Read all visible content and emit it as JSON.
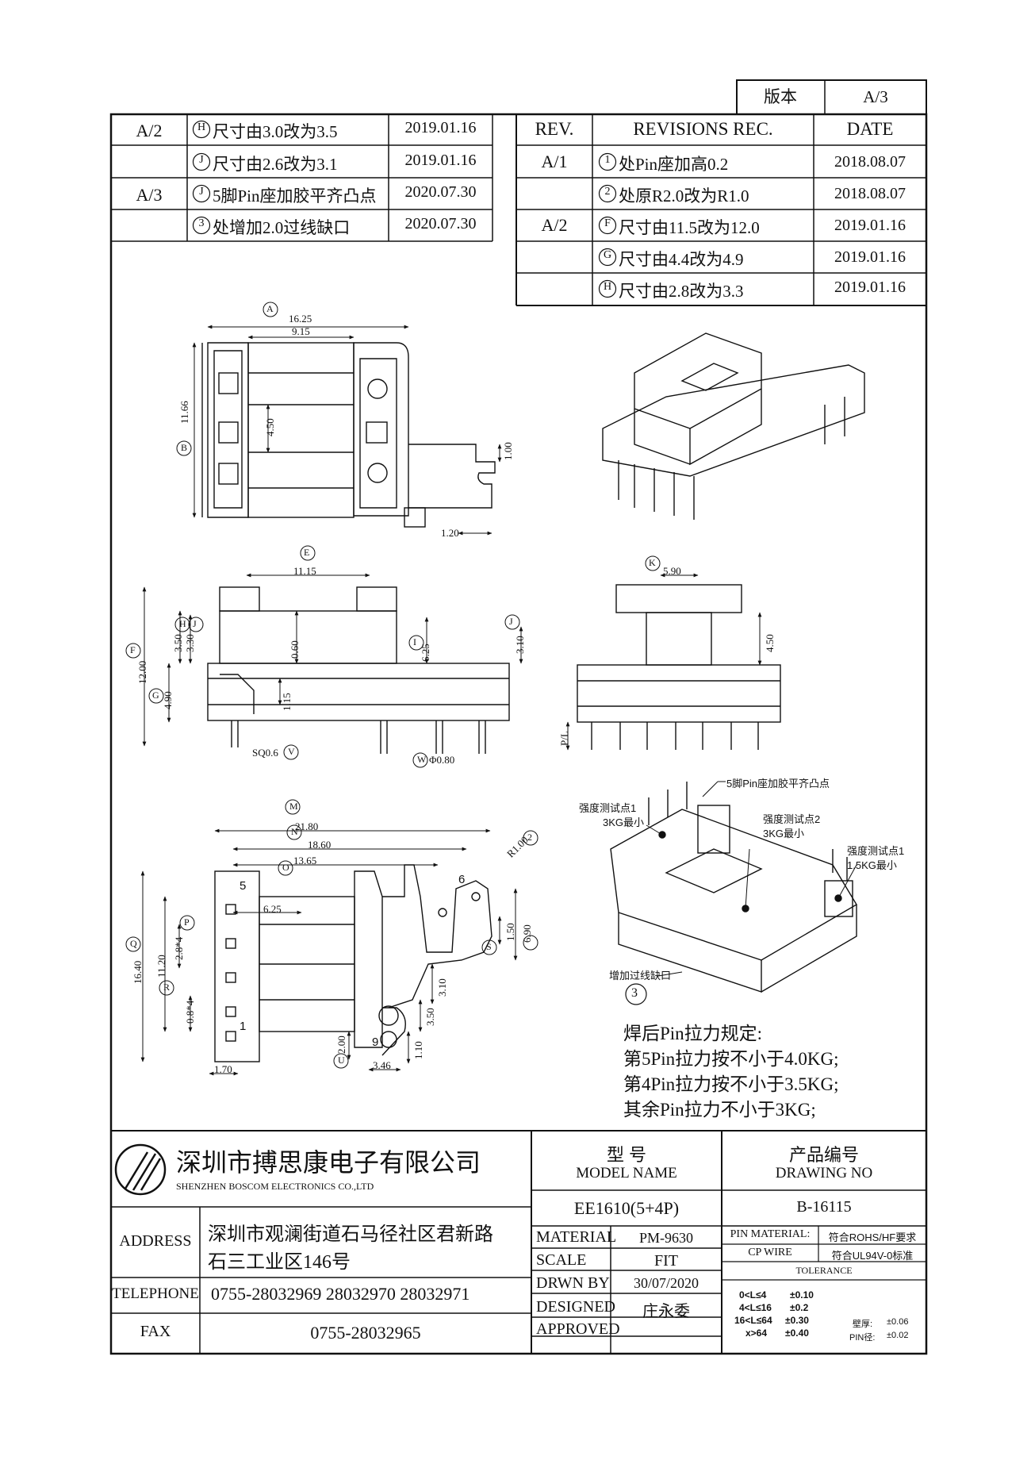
{
  "version_box": {
    "label": "版本",
    "value": "A/3"
  },
  "left_revisions": [
    {
      "rev": "A/2",
      "marker": "H",
      "desc": "尺寸由3.0改为3.5",
      "date": "2019.01.16"
    },
    {
      "rev": "",
      "marker": "J",
      "desc": "尺寸由2.6改为3.1",
      "date": "2019.01.16"
    },
    {
      "rev": "A/3",
      "marker": "J",
      "desc": "5脚Pin座加胶平齐凸点",
      "date": "2020.07.30"
    },
    {
      "rev": "",
      "marker": "3",
      "desc": "处增加2.0过线缺口",
      "date": "2020.07.30"
    }
  ],
  "right_revisions": {
    "header": {
      "rev": "REV.",
      "rec": "REVISIONS REC.",
      "date": "DATE"
    },
    "rows": [
      {
        "rev": "A/1",
        "marker": "1",
        "desc": "处Pin座加高0.2",
        "date": "2018.08.07"
      },
      {
        "rev": "",
        "marker": "2",
        "desc": "处原R2.0改为R1.0",
        "date": "2018.08.07"
      },
      {
        "rev": "A/2",
        "marker": "F",
        "desc": "尺寸由11.5改为12.0",
        "date": "2019.01.16"
      },
      {
        "rev": "",
        "marker": "G",
        "desc": "尺寸由4.4改为4.9",
        "date": "2019.01.16"
      },
      {
        "rev": "",
        "marker": "H",
        "desc": "尺寸由2.8改为3.3",
        "date": "2019.01.16"
      }
    ]
  },
  "dimensions": {
    "top_view": {
      "A": "16.25",
      "w2": "9.15",
      "B": "11.66",
      "C": "4.50",
      "D": "1.00",
      "E": "1.20"
    },
    "front_view": {
      "E": "11.15",
      "F": "12.00",
      "G": "4.90",
      "H": "3.50",
      "J": "3.30",
      "h060": "0.60",
      "I": "6.25",
      "h115": "1.15",
      "J2": "3.10",
      "sq": "SQ0.6",
      "V": "V",
      "dia": "Φ0.80",
      "W": "W"
    },
    "side_view": {
      "K": "5.90",
      "h450": "4.50",
      "pl": "P/L"
    },
    "bottom_view": {
      "M": "21.80",
      "N": "18.60",
      "O": "13.65",
      "r": "R1.00",
      "w625": "6.25",
      "P": "P",
      "p28": "2.8*4",
      "h1120": "11.20",
      "h1640": "16.40",
      "Q": "Q",
      "R": "R",
      "p08": "0.8*4",
      "w170": "1.70",
      "h690": "6.90",
      "h150": "1.50",
      "h310": "3.10",
      "h350": "3.50",
      "h200": "2.00",
      "h110": "1.10",
      "w346": "3.46",
      "S": "S",
      "pin5": "5",
      "pin1": "1",
      "pin6": "6",
      "pin9": "9"
    }
  },
  "iso_notes": {
    "bump": "5脚Pin座加胶平齐凸点",
    "test1": "强度测试点1",
    "test1_kg": "3KG最小",
    "test2": "强度测试点2",
    "test2_kg": "3KG最小",
    "test3": "强度测试点1",
    "test3_kg": "1.5KG最小",
    "notch": "增加过线缺口",
    "notch_marker": "3"
  },
  "pull_spec": {
    "title": "焊后Pin拉力规定:",
    "lines": [
      "第5Pin拉力按不小于4.0KG;",
      "第4Pin拉力按不小于3.5KG;",
      "其余Pin拉力不小于3KG;"
    ]
  },
  "title_block": {
    "company_cn": "深圳市搏思康电子有限公司",
    "company_en": "SHENZHEN BOSCOM ELECTRONICS CO.,LTD",
    "address_label": "ADDRESS",
    "address_1": "深圳市观澜街道石马径社区君新路",
    "address_2": "石三工业区146号",
    "telephone_label": "TELEPHONE",
    "telephone": "0755-28032969 28032970 28032971",
    "fax_label": "FAX",
    "fax": "0755-28032965",
    "model_cn": "型    号",
    "model_en": "MODEL NAME",
    "drawing_cn": "产品编号",
    "drawing_en": "DRAWING NO",
    "model_value": "EE1610(5+4P)",
    "drawing_value": "B-16115",
    "material_label": "MATERIAL",
    "material_value": "PM-9630",
    "scale_label": "SCALE",
    "scale_value": "FIT",
    "drawn_label": "DRWN BY",
    "drawn_value": "30/07/2020",
    "designed_label": "DESIGNED",
    "designed_value": "庄永委",
    "approved_label": "APPROVED",
    "pin_material_label": "PIN MATERIAL:",
    "pin_material_value": "CP WIRE",
    "rohs": "符合ROHS/HF要求",
    "ul": "符合UL94V-0标准",
    "tolerance_label": "TOLERANCE",
    "tolerance_rows": [
      {
        "range": "0<L≤4",
        "tol": "±0.10"
      },
      {
        "range": "4<L≤16",
        "tol": "±0.2"
      },
      {
        "range": "16<L≤64",
        "tol": "±0.30"
      },
      {
        "range": "x>64",
        "tol": "±0.40"
      }
    ],
    "wall_label": "壁厚:",
    "wall_tol": "±0.06",
    "pin_dia_label": "PIN径:",
    "pin_dia_tol": "±0.02"
  }
}
